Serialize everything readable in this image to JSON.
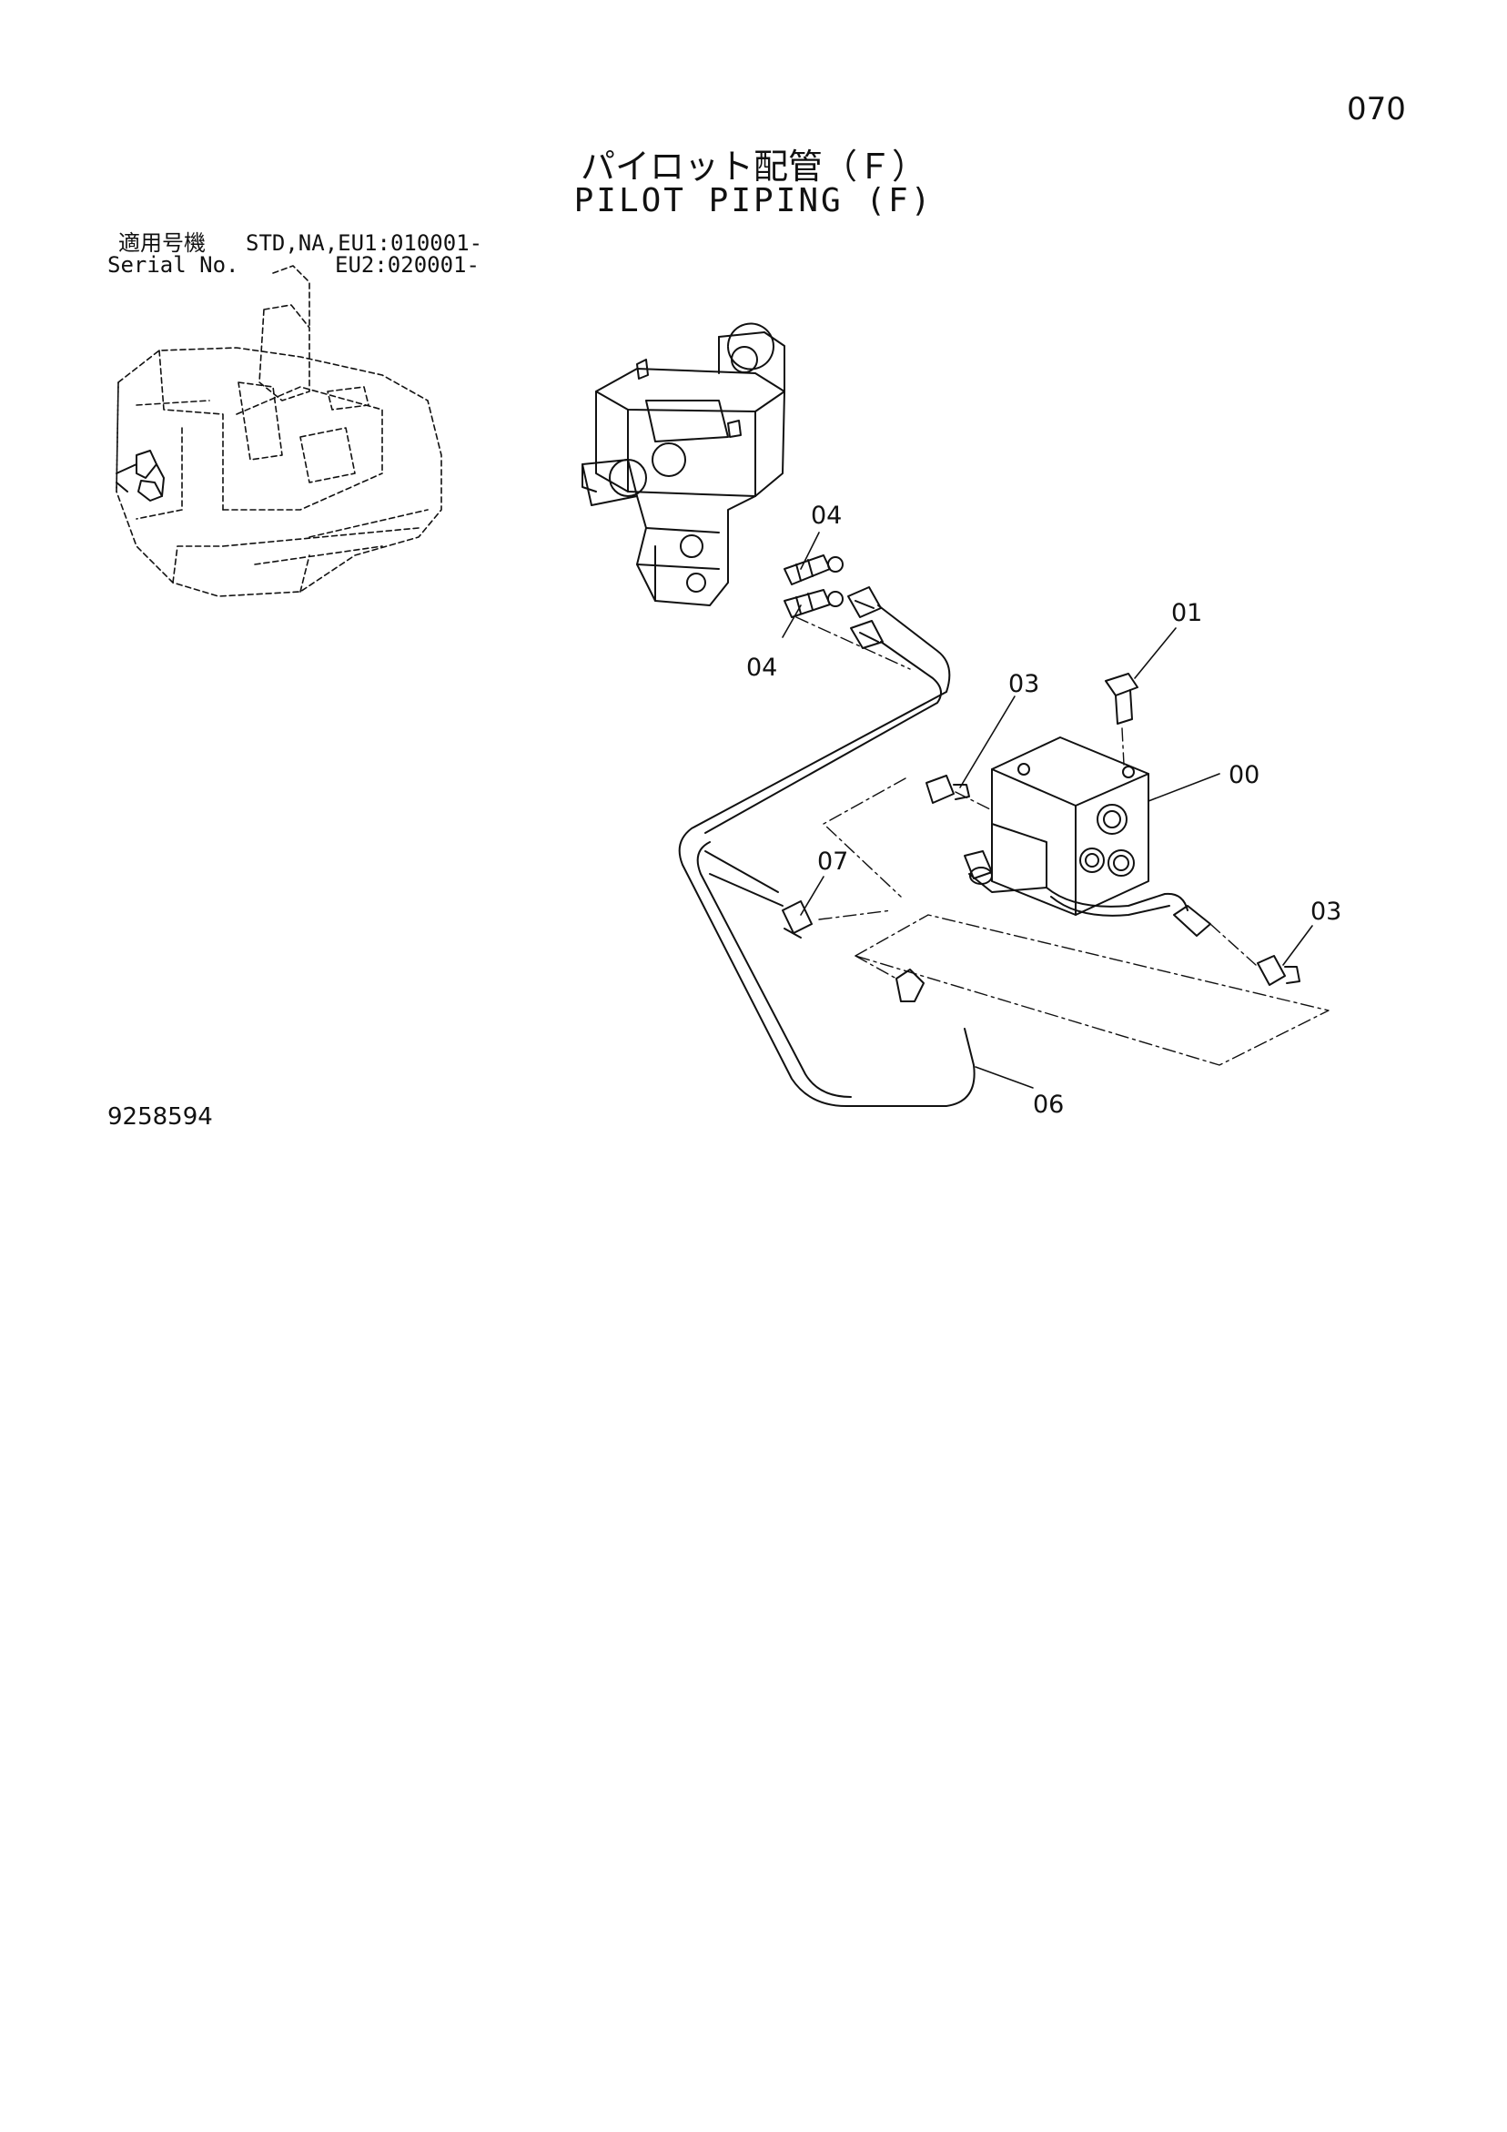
{
  "page_number": "070",
  "title": {
    "japanese": "パイロット配管（Ｆ）",
    "english": "PILOT PIPING (F)"
  },
  "serial": {
    "label_jp": "適用号機",
    "label_en": "Serial No.",
    "value_line1": "STD,NA,EU1:010001-",
    "value_line2": "EU2:020001-"
  },
  "drawing_number": "9258594",
  "callouts": {
    "c00": "00",
    "c01": "01",
    "c03a": "03",
    "c03b": "03",
    "c04a": "04",
    "c04b": "04",
    "c06": "06",
    "c07": "07"
  }
}
